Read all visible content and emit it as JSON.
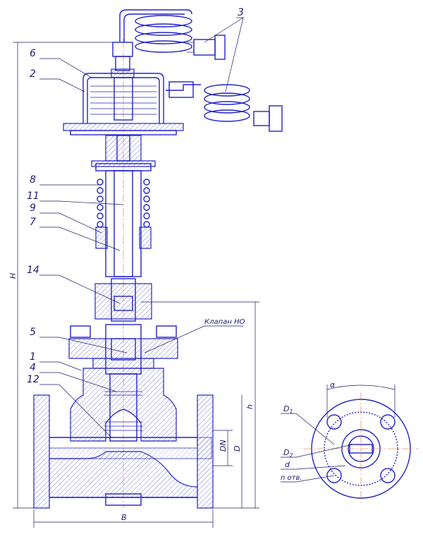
{
  "part_numbers": {
    "p3": "3",
    "p6": "6",
    "p2": "2",
    "p8": "8",
    "p11": "11",
    "p9": "9",
    "p7": "7",
    "p14": "14",
    "p5": "5",
    "p1": "1",
    "p4": "4",
    "p12": "12"
  },
  "callout": "Клапан НО",
  "dimensions": {
    "H": "H",
    "h": "h",
    "B": "B",
    "DN": "DN",
    "D": "D",
    "alpha": "α",
    "D1": "D",
    "D1_sub": "1",
    "D2": "D",
    "D2_sub": "2",
    "d": "d",
    "n_holes": "n отв."
  },
  "colors": {
    "line": "#2323c8",
    "text": "#1e1e6e",
    "axis": "#e07030"
  }
}
